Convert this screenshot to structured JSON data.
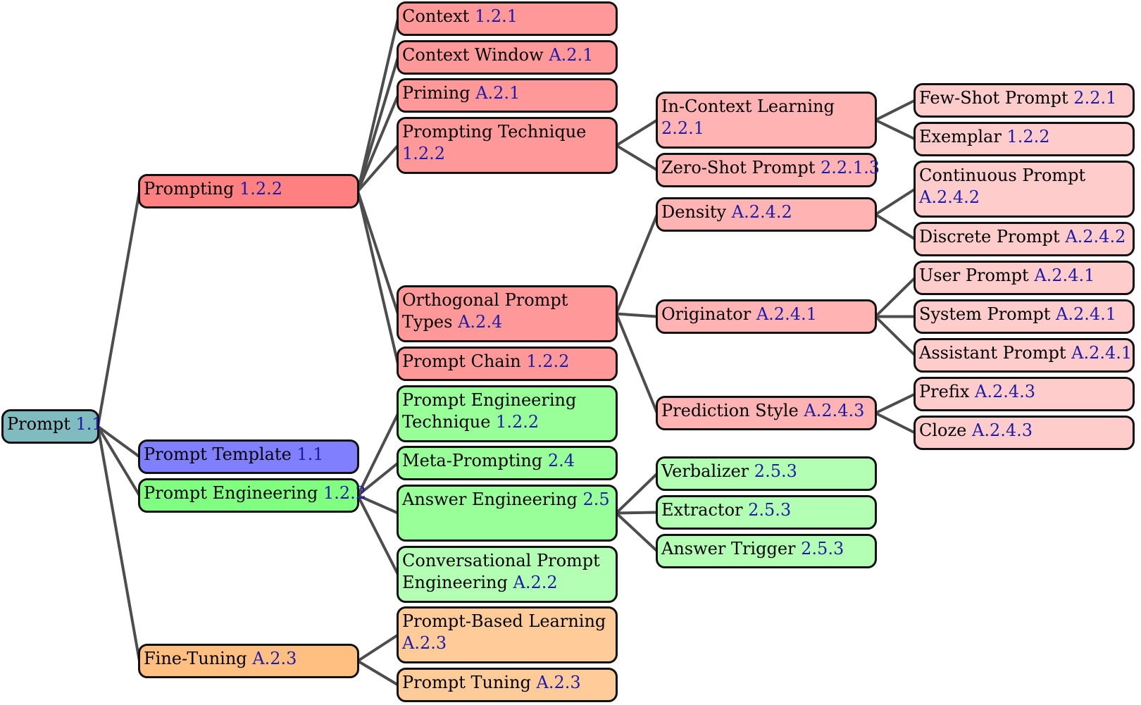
{
  "colors": {
    "root": "#80bcbf",
    "prompting": "#ff8080",
    "prompting_l2": "#ff9999",
    "prompting_l3": "#ffb3b3",
    "prompting_l4": "#ffcccc",
    "template": "#8080ff",
    "engineering": "#80ff80",
    "engineering_l2": "#99ff99",
    "engineering_l2b": "#b3ffb3",
    "engineering_l3": "#b3ffb3",
    "finetuning": "#ffbf80",
    "finetuning_l2": "#ffcc99",
    "edge": "#4d4d4d",
    "reference": "#1c1ca8"
  },
  "nodes": {
    "prompt": {
      "label": "Prompt",
      "ref": "1.1"
    },
    "prompting": {
      "label": "Prompting",
      "ref": "1.2.2"
    },
    "context": {
      "label": "Context",
      "ref": "1.2.1"
    },
    "context_window": {
      "label": "Context Window",
      "ref": "A.2.1"
    },
    "priming": {
      "label": "Priming",
      "ref": "A.2.1"
    },
    "prompting_technique": {
      "label": "Prompting Technique",
      "ref": "1.2.2"
    },
    "in_context_learning": {
      "label": "In-Context Learning",
      "ref": "2.2.1"
    },
    "few_shot_prompt": {
      "label": "Few-Shot Prompt",
      "ref": "2.2.1"
    },
    "exemplar": {
      "label": "Exemplar",
      "ref": "1.2.2"
    },
    "zero_shot_prompt": {
      "label": "Zero-Shot Prompt",
      "ref": "2.2.1.3"
    },
    "orthogonal_prompt_types": {
      "label": "Orthogonal Prompt Types",
      "ref": "A.2.4"
    },
    "density": {
      "label": "Density",
      "ref": "A.2.4.2"
    },
    "continuous_prompt": {
      "label": "Continuous Prompt",
      "ref": "A.2.4.2"
    },
    "discrete_prompt": {
      "label": "Discrete Prompt",
      "ref": "A.2.4.2"
    },
    "originator": {
      "label": "Originator",
      "ref": "A.2.4.1"
    },
    "user_prompt": {
      "label": "User Prompt",
      "ref": "A.2.4.1"
    },
    "system_prompt": {
      "label": "System Prompt",
      "ref": "A.2.4.1"
    },
    "assistant_prompt": {
      "label": "Assistant Prompt",
      "ref": "A.2.4.1"
    },
    "prediction_style": {
      "label": "Prediction Style",
      "ref": "A.2.4.3"
    },
    "prefix": {
      "label": "Prefix",
      "ref": "A.2.4.3"
    },
    "cloze": {
      "label": "Cloze",
      "ref": "A.2.4.3"
    },
    "prompt_chain": {
      "label": "Prompt Chain",
      "ref": "1.2.2"
    },
    "prompt_template": {
      "label": "Prompt Template",
      "ref": "1.1"
    },
    "prompt_engineering": {
      "label": "Prompt Engineering",
      "ref": "1.2.2"
    },
    "prompt_engineering_technique": {
      "label": "Prompt Engineering Technique",
      "ref": "1.2.2"
    },
    "meta_prompting": {
      "label": "Meta-Prompting",
      "ref": "2.4"
    },
    "answer_engineering": {
      "label": "Answer Engineering",
      "ref": "2.5"
    },
    "verbalizer": {
      "label": "Verbalizer",
      "ref": "2.5.3"
    },
    "extractor": {
      "label": "Extractor",
      "ref": "2.5.3"
    },
    "answer_trigger": {
      "label": "Answer Trigger",
      "ref": "2.5.3"
    },
    "conversational_prompt_engineering": {
      "label": "Conversational Prompt Engineering",
      "ref": "A.2.2"
    },
    "fine_tuning": {
      "label": "Fine-Tuning",
      "ref": "A.2.3"
    },
    "prompt_based_learning": {
      "label": "Prompt-Based Learning",
      "ref": "A.2.3"
    },
    "prompt_tuning": {
      "label": "Prompt Tuning",
      "ref": "A.2.3"
    }
  },
  "edges": [
    [
      "prompt",
      "prompting"
    ],
    [
      "prompt",
      "prompt_template"
    ],
    [
      "prompt",
      "prompt_engineering"
    ],
    [
      "prompt",
      "fine_tuning"
    ],
    [
      "prompting",
      "context"
    ],
    [
      "prompting",
      "context_window"
    ],
    [
      "prompting",
      "priming"
    ],
    [
      "prompting",
      "prompting_technique"
    ],
    [
      "prompting",
      "orthogonal_prompt_types"
    ],
    [
      "prompting",
      "prompt_chain"
    ],
    [
      "prompting_technique",
      "in_context_learning"
    ],
    [
      "prompting_technique",
      "zero_shot_prompt"
    ],
    [
      "in_context_learning",
      "few_shot_prompt"
    ],
    [
      "in_context_learning",
      "exemplar"
    ],
    [
      "orthogonal_prompt_types",
      "density"
    ],
    [
      "orthogonal_prompt_types",
      "originator"
    ],
    [
      "orthogonal_prompt_types",
      "prediction_style"
    ],
    [
      "density",
      "continuous_prompt"
    ],
    [
      "density",
      "discrete_prompt"
    ],
    [
      "originator",
      "user_prompt"
    ],
    [
      "originator",
      "system_prompt"
    ],
    [
      "originator",
      "assistant_prompt"
    ],
    [
      "prediction_style",
      "prefix"
    ],
    [
      "prediction_style",
      "cloze"
    ],
    [
      "prompt_engineering",
      "prompt_engineering_technique"
    ],
    [
      "prompt_engineering",
      "meta_prompting"
    ],
    [
      "prompt_engineering",
      "answer_engineering"
    ],
    [
      "prompt_engineering",
      "conversational_prompt_engineering"
    ],
    [
      "answer_engineering",
      "verbalizer"
    ],
    [
      "answer_engineering",
      "extractor"
    ],
    [
      "answer_engineering",
      "answer_trigger"
    ],
    [
      "fine_tuning",
      "prompt_based_learning"
    ],
    [
      "fine_tuning",
      "prompt_tuning"
    ]
  ]
}
